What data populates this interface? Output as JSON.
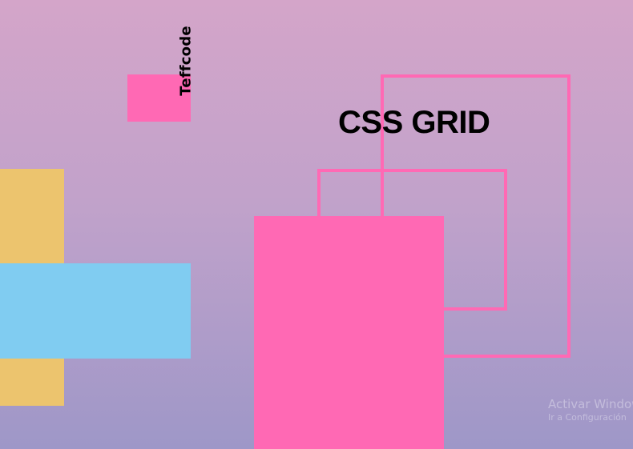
{
  "canvas": {
    "background_top": "#d4a5c9",
    "background_bottom": "#9e97c8"
  },
  "brand": {
    "text": "Teffcode"
  },
  "headline": {
    "text": "CSS GRID"
  },
  "colors": {
    "pink": "#ff69b4",
    "yellow": "#ecc46e",
    "blue": "#80ccf1"
  },
  "watermark": {
    "line1": "Activar Windows",
    "line2": "Ir a Configuración"
  }
}
